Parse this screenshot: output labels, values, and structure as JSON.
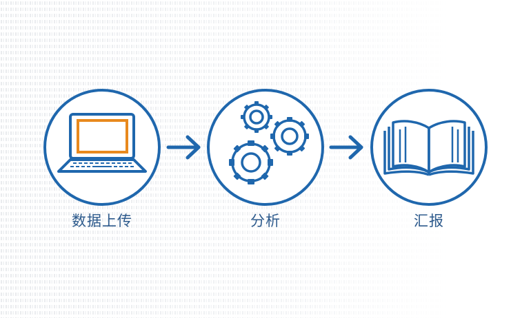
{
  "steps": [
    {
      "label": "数据上传",
      "icon": "laptop-icon"
    },
    {
      "label": "分析",
      "icon": "gears-icon"
    },
    {
      "label": "汇报",
      "icon": "open-book-icon"
    }
  ],
  "colors": {
    "primary": "#1f67ad",
    "accent": "#e8891d",
    "label": "#2d5a8c",
    "background_pattern": "#e9ebee"
  }
}
